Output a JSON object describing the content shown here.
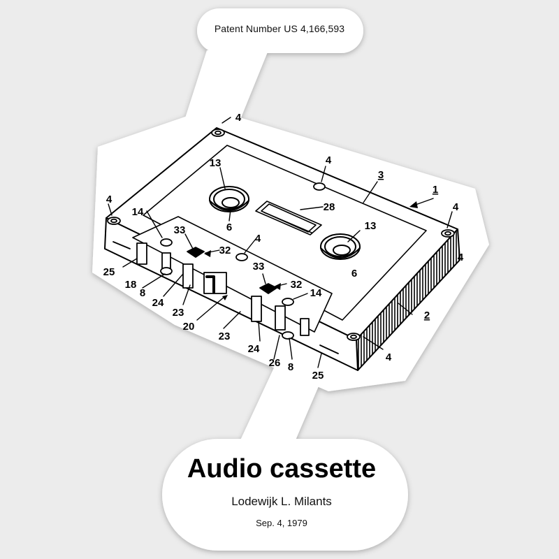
{
  "sticker": {
    "patent_number": "Patent Number US 4,166,593",
    "title": "Audio cassette",
    "inventor": "Lodewijk L. Milants",
    "date": "Sep. 4, 1979"
  },
  "diagram": {
    "labels": [
      {
        "id": "l4a",
        "text": "4"
      },
      {
        "id": "l4b",
        "text": "4"
      },
      {
        "id": "l3",
        "text": "3"
      },
      {
        "id": "l1",
        "text": "1"
      },
      {
        "id": "l4c",
        "text": "4"
      },
      {
        "id": "l13a",
        "text": "13"
      },
      {
        "id": "l4d",
        "text": "4"
      },
      {
        "id": "l28",
        "text": "28"
      },
      {
        "id": "l13b",
        "text": "13"
      },
      {
        "id": "l14a",
        "text": "14"
      },
      {
        "id": "l6a",
        "text": "6"
      },
      {
        "id": "l33a",
        "text": "33"
      },
      {
        "id": "l32a",
        "text": "32"
      },
      {
        "id": "l4e",
        "text": "4"
      },
      {
        "id": "l4f",
        "text": "4"
      },
      {
        "id": "l25a",
        "text": "25"
      },
      {
        "id": "l6b",
        "text": "6"
      },
      {
        "id": "l18",
        "text": "18"
      },
      {
        "id": "l8a",
        "text": "8"
      },
      {
        "id": "l24a",
        "text": "24"
      },
      {
        "id": "l33b",
        "text": "33"
      },
      {
        "id": "l32b",
        "text": "32"
      },
      {
        "id": "l14b",
        "text": "14"
      },
      {
        "id": "l23a",
        "text": "23"
      },
      {
        "id": "l20",
        "text": "20"
      },
      {
        "id": "l23b",
        "text": "23"
      },
      {
        "id": "l2",
        "text": "2"
      },
      {
        "id": "l24b",
        "text": "24"
      },
      {
        "id": "l26",
        "text": "26"
      },
      {
        "id": "l8b",
        "text": "8"
      },
      {
        "id": "l25b",
        "text": "25"
      },
      {
        "id": "l4g",
        "text": "4"
      }
    ]
  }
}
